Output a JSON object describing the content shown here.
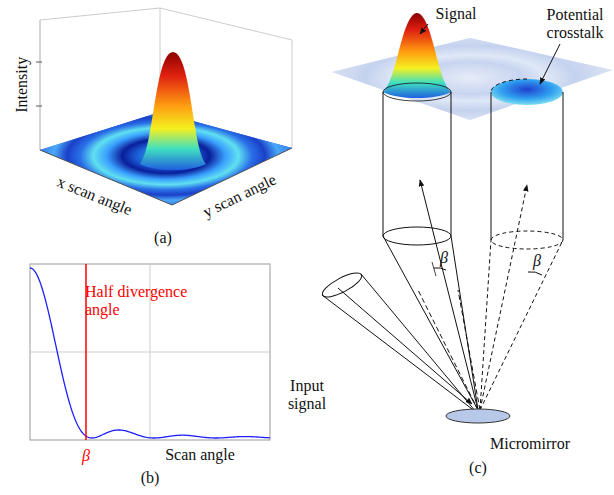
{
  "diagram": {
    "labels": [
      "Intensity",
      "x scan angle",
      "y scan angle",
      "(a)",
      "Half divergence angle",
      "β",
      "Scan angle",
      "(b)",
      "Signal",
      "Potential crosstalk",
      "Input signal",
      "β",
      "β",
      "Micromirror",
      "(c)"
    ]
  }
}
